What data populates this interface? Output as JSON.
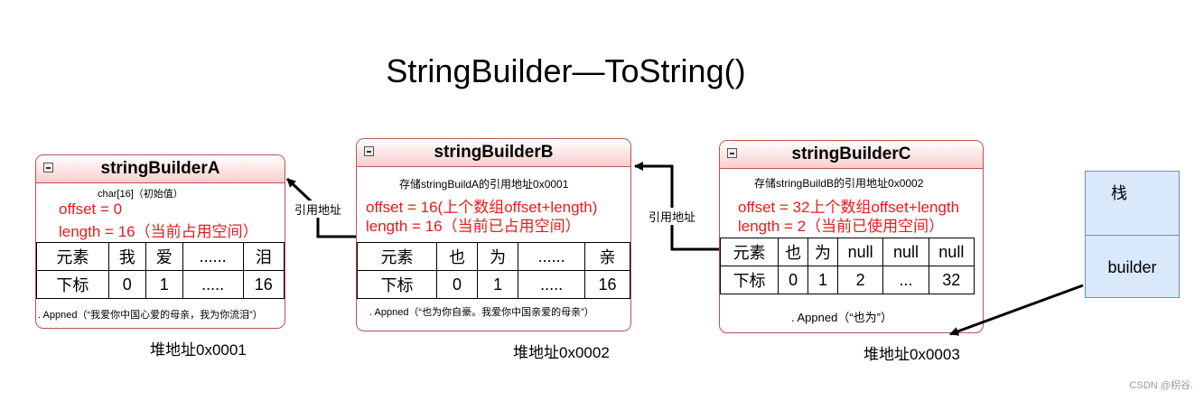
{
  "title": "StringBuilder—ToString()",
  "nodes": {
    "a": {
      "name": "stringBuilderA",
      "note": "char[16]（初始值）",
      "offset": "offset = 0",
      "length": "length = 16（当前占用空间）",
      "table": {
        "row1": [
          "元素",
          "我",
          "爱",
          "......",
          "泪"
        ],
        "row2": [
          "下标",
          "0",
          "1",
          ".....",
          "16"
        ]
      },
      "append": ". Appned（“我爱你中国心爱的母亲，我为你流泪”）",
      "address": "堆地址0x0001"
    },
    "b": {
      "name": "stringBuilderB",
      "note": "存储stringBuildA的引用地址0x0001",
      "offset": "offset = 16(上个数组offset+length)",
      "length": "length = 16（当前已占用空间）",
      "table": {
        "row1": [
          "元素",
          "也",
          "为",
          "......",
          "亲"
        ],
        "row2": [
          "下标",
          "0",
          "1",
          ".....",
          "16"
        ]
      },
      "append": ". Appned（“也为你自豪。我爱你中国亲爱的母亲”）",
      "address": "堆地址0x0002"
    },
    "c": {
      "name": "stringBuilderC",
      "note": "存储stringBuildB的引用地址0x0002",
      "offset": "offset = 32上个数组offset+length",
      "length": "length = 2（当前已使用空间）",
      "table": {
        "row1": [
          "元素",
          "也",
          "为",
          "null",
          "null",
          "null"
        ],
        "row2": [
          "下标",
          "0",
          "1",
          "2",
          "...",
          "32"
        ]
      },
      "append": ". Appned（“也为”）",
      "address": "堆地址0x0003"
    }
  },
  "edges": {
    "b_to_a": "引用地址",
    "c_to_b": "引用地址"
  },
  "stack": {
    "title": "栈",
    "item": "builder"
  },
  "watermark": "CSDN @枴谷.",
  "colors": {
    "node_border": "#b85450",
    "node_header_fill": "#f8cecc",
    "red_text": "#e81b1b",
    "stack_fill": "#dae8fc",
    "stack_border": "#6c8ebf"
  }
}
